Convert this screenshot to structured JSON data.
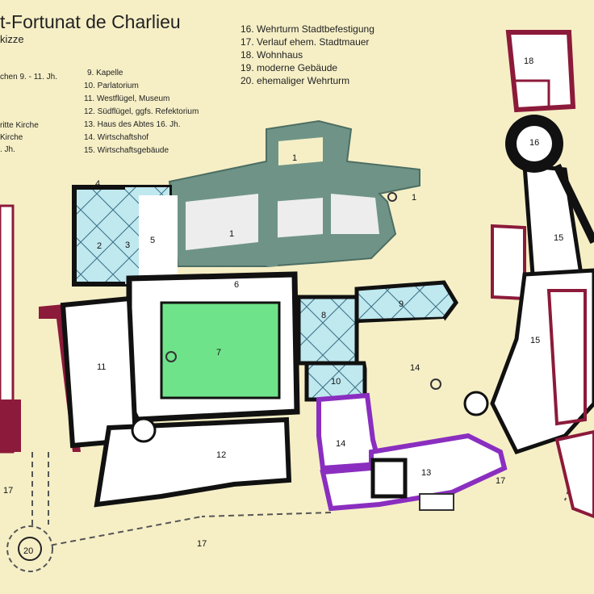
{
  "header": {
    "title": "t-Fortunat de Charlieu",
    "subtitle": "kizze"
  },
  "legend_left": [
    {
      "text": "chen  9. - 11. Jh."
    },
    {
      "text": "ritte Kirche"
    },
    {
      "text": "Kirche"
    },
    {
      "text": ". Jh."
    }
  ],
  "legend_mid": [
    {
      "text": "9. Kapelle"
    },
    {
      "text": "10.  Parlatorium"
    },
    {
      "text": "11. Westflügel, Museum"
    },
    {
      "text": "12. Südflügel, ggfs. Refektorium"
    },
    {
      "text": "13. Haus des Abtes 16. Jh."
    },
    {
      "text": "14. Wirtschaftshof"
    },
    {
      "text": "15. Wirtschaftsgebäude"
    }
  ],
  "legend_right": [
    {
      "text": "16. Wehrturm Stadtbefestigung"
    },
    {
      "text": "17. Verlauf ehem. Stadtmauer"
    },
    {
      "text": "18. Wohnhaus"
    },
    {
      "text": "19. moderne Gebäude"
    },
    {
      "text": "20. ehemaliger Wehrturm"
    }
  ],
  "plan_labels": {
    "n1a": "1",
    "n1b": "1",
    "n1c": "1",
    "n2": "2",
    "n3": "3",
    "n4": "4",
    "n5": "5",
    "n6": "6",
    "n7": "7",
    "n8": "8",
    "n9": "9",
    "n10": "10",
    "n11": "11",
    "n12": "12",
    "n13": "13",
    "n14a": "14",
    "n14b": "14",
    "n15a": "15",
    "n15b": "15",
    "n16": "16",
    "n17a": "17",
    "n17b": "17",
    "n17c": "17",
    "n18": "18",
    "n20": "20"
  },
  "colors": {
    "background": "#f6efc6",
    "church_green": "#6f9487",
    "cloister_green": "#6fe38a",
    "vault_blue": "#bfe8ef",
    "modern_purple": "#8a2ec0",
    "house_crimson": "#8c1a3a",
    "wall_black": "#111111"
  }
}
